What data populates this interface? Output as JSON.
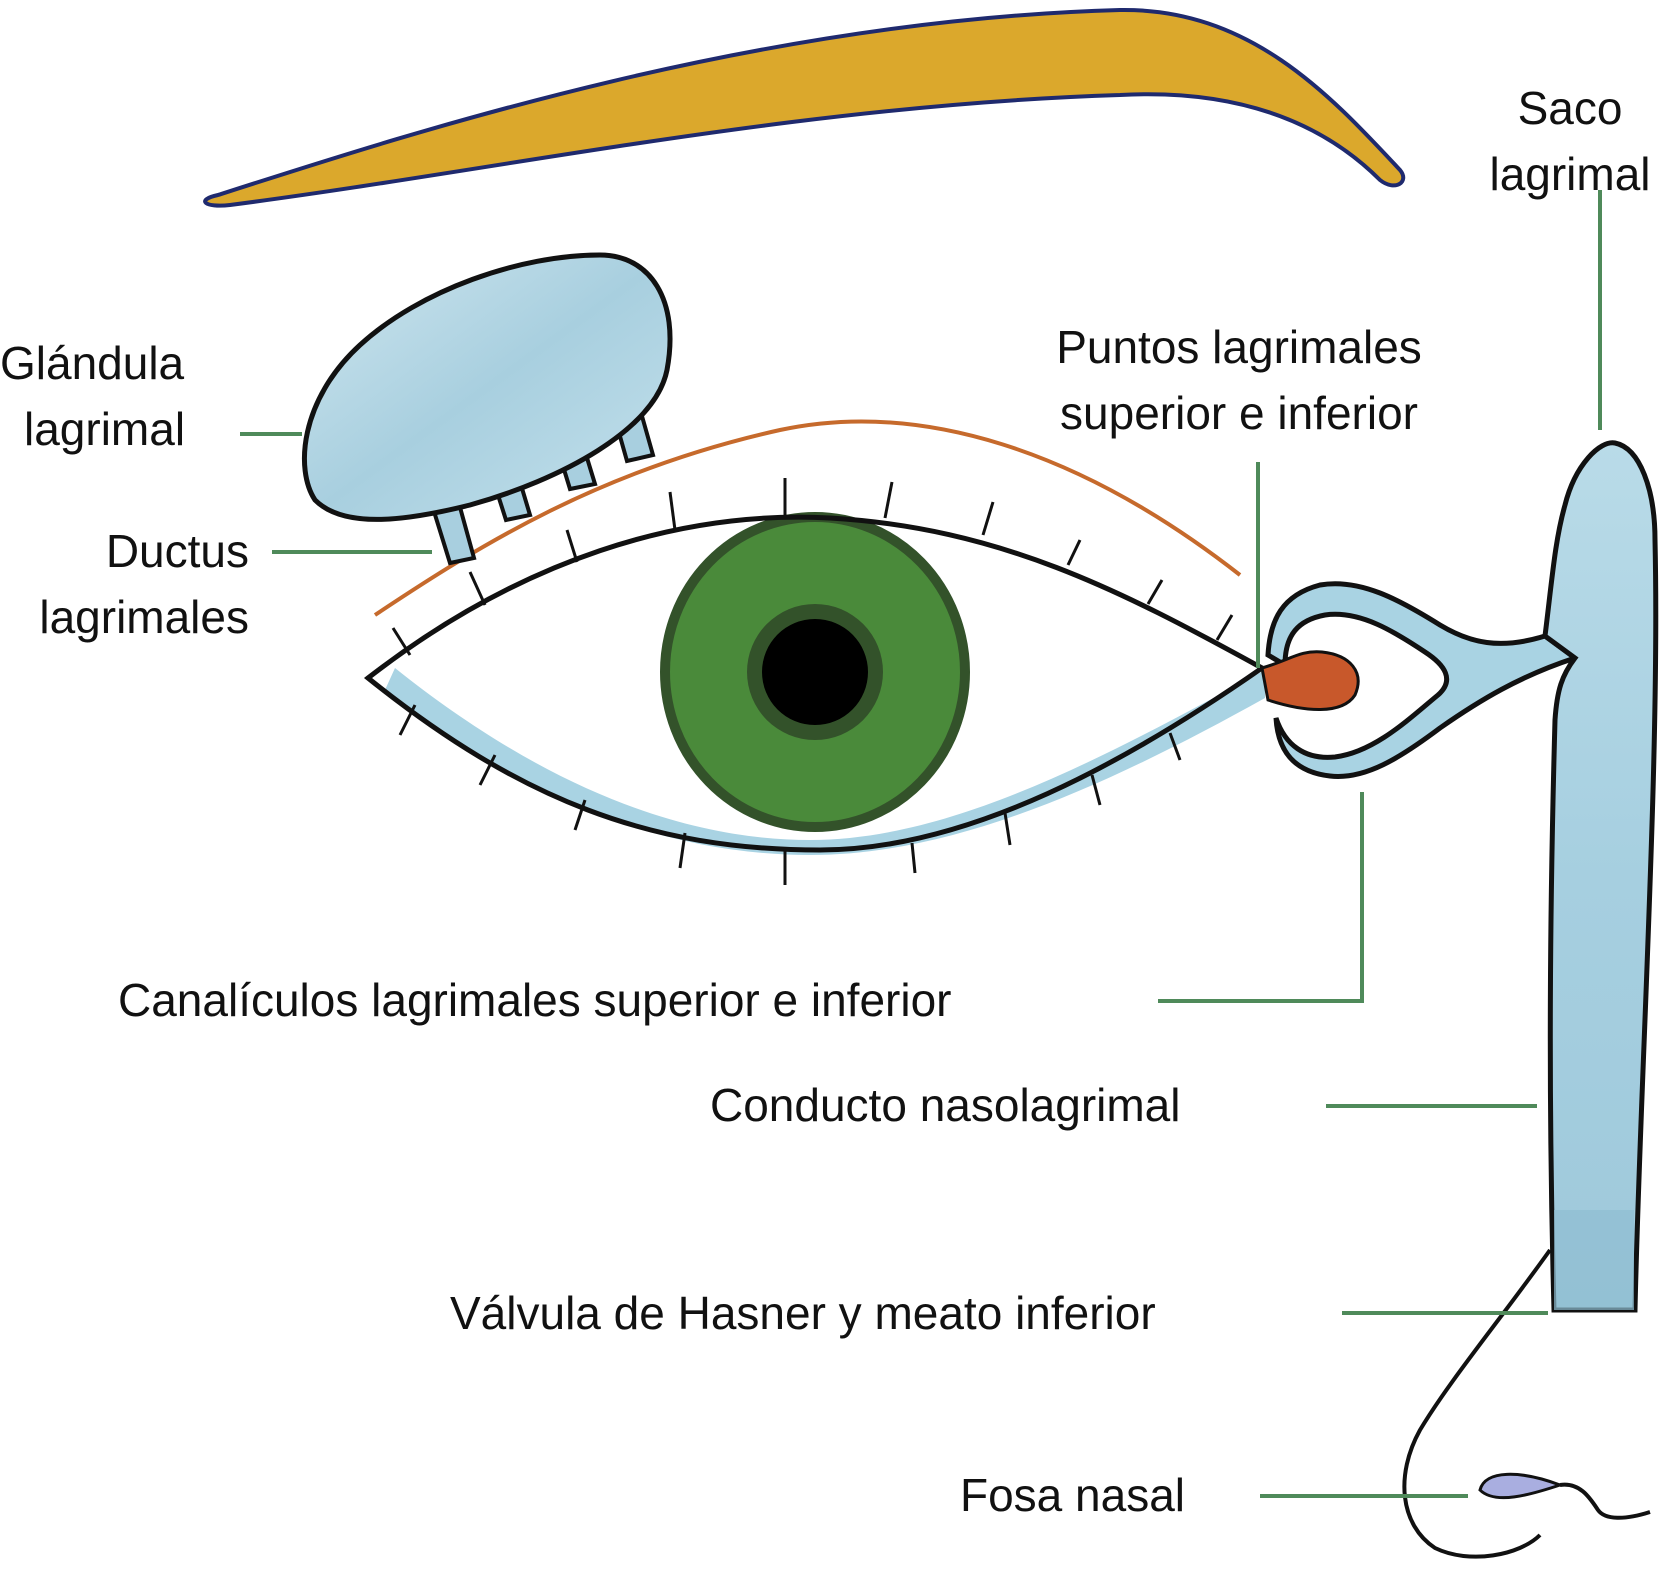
{
  "labels": {
    "lacrimal_gland": {
      "line1": "Glándula",
      "line2": "lagrimal"
    },
    "lacrimal_ducts": {
      "line1": "Ductus",
      "line2": "lagrimales"
    },
    "lacrimal_puncta": {
      "line1": "Puntos lagrimales",
      "line2": "superior e inferior"
    },
    "lacrimal_sac": {
      "line1": "Saco",
      "line2": "lagrimal"
    },
    "canaliculi": "Canalículos lagrimales superior e inferior",
    "nasolacrimal_duct": "Conducto nasolagrimal",
    "hasner_valve": "Válvula de Hasner y meato inferior",
    "nasal_fossa": "Fosa nasal"
  },
  "colors": {
    "eyebrow": "#dba82c",
    "outline_dark_blue": "#1f2a6e",
    "iris": "#4a8a3a",
    "iris_ring": "#33522a",
    "pupil": "#000000",
    "tear_blue": "#a9d3e3",
    "gland_blue": "#b5d8e6",
    "punctum_orange": "#c8582b",
    "lid_crease": "#c66a2c",
    "leader_green": "#4f8a5a",
    "nostril": "#a9aee0"
  }
}
